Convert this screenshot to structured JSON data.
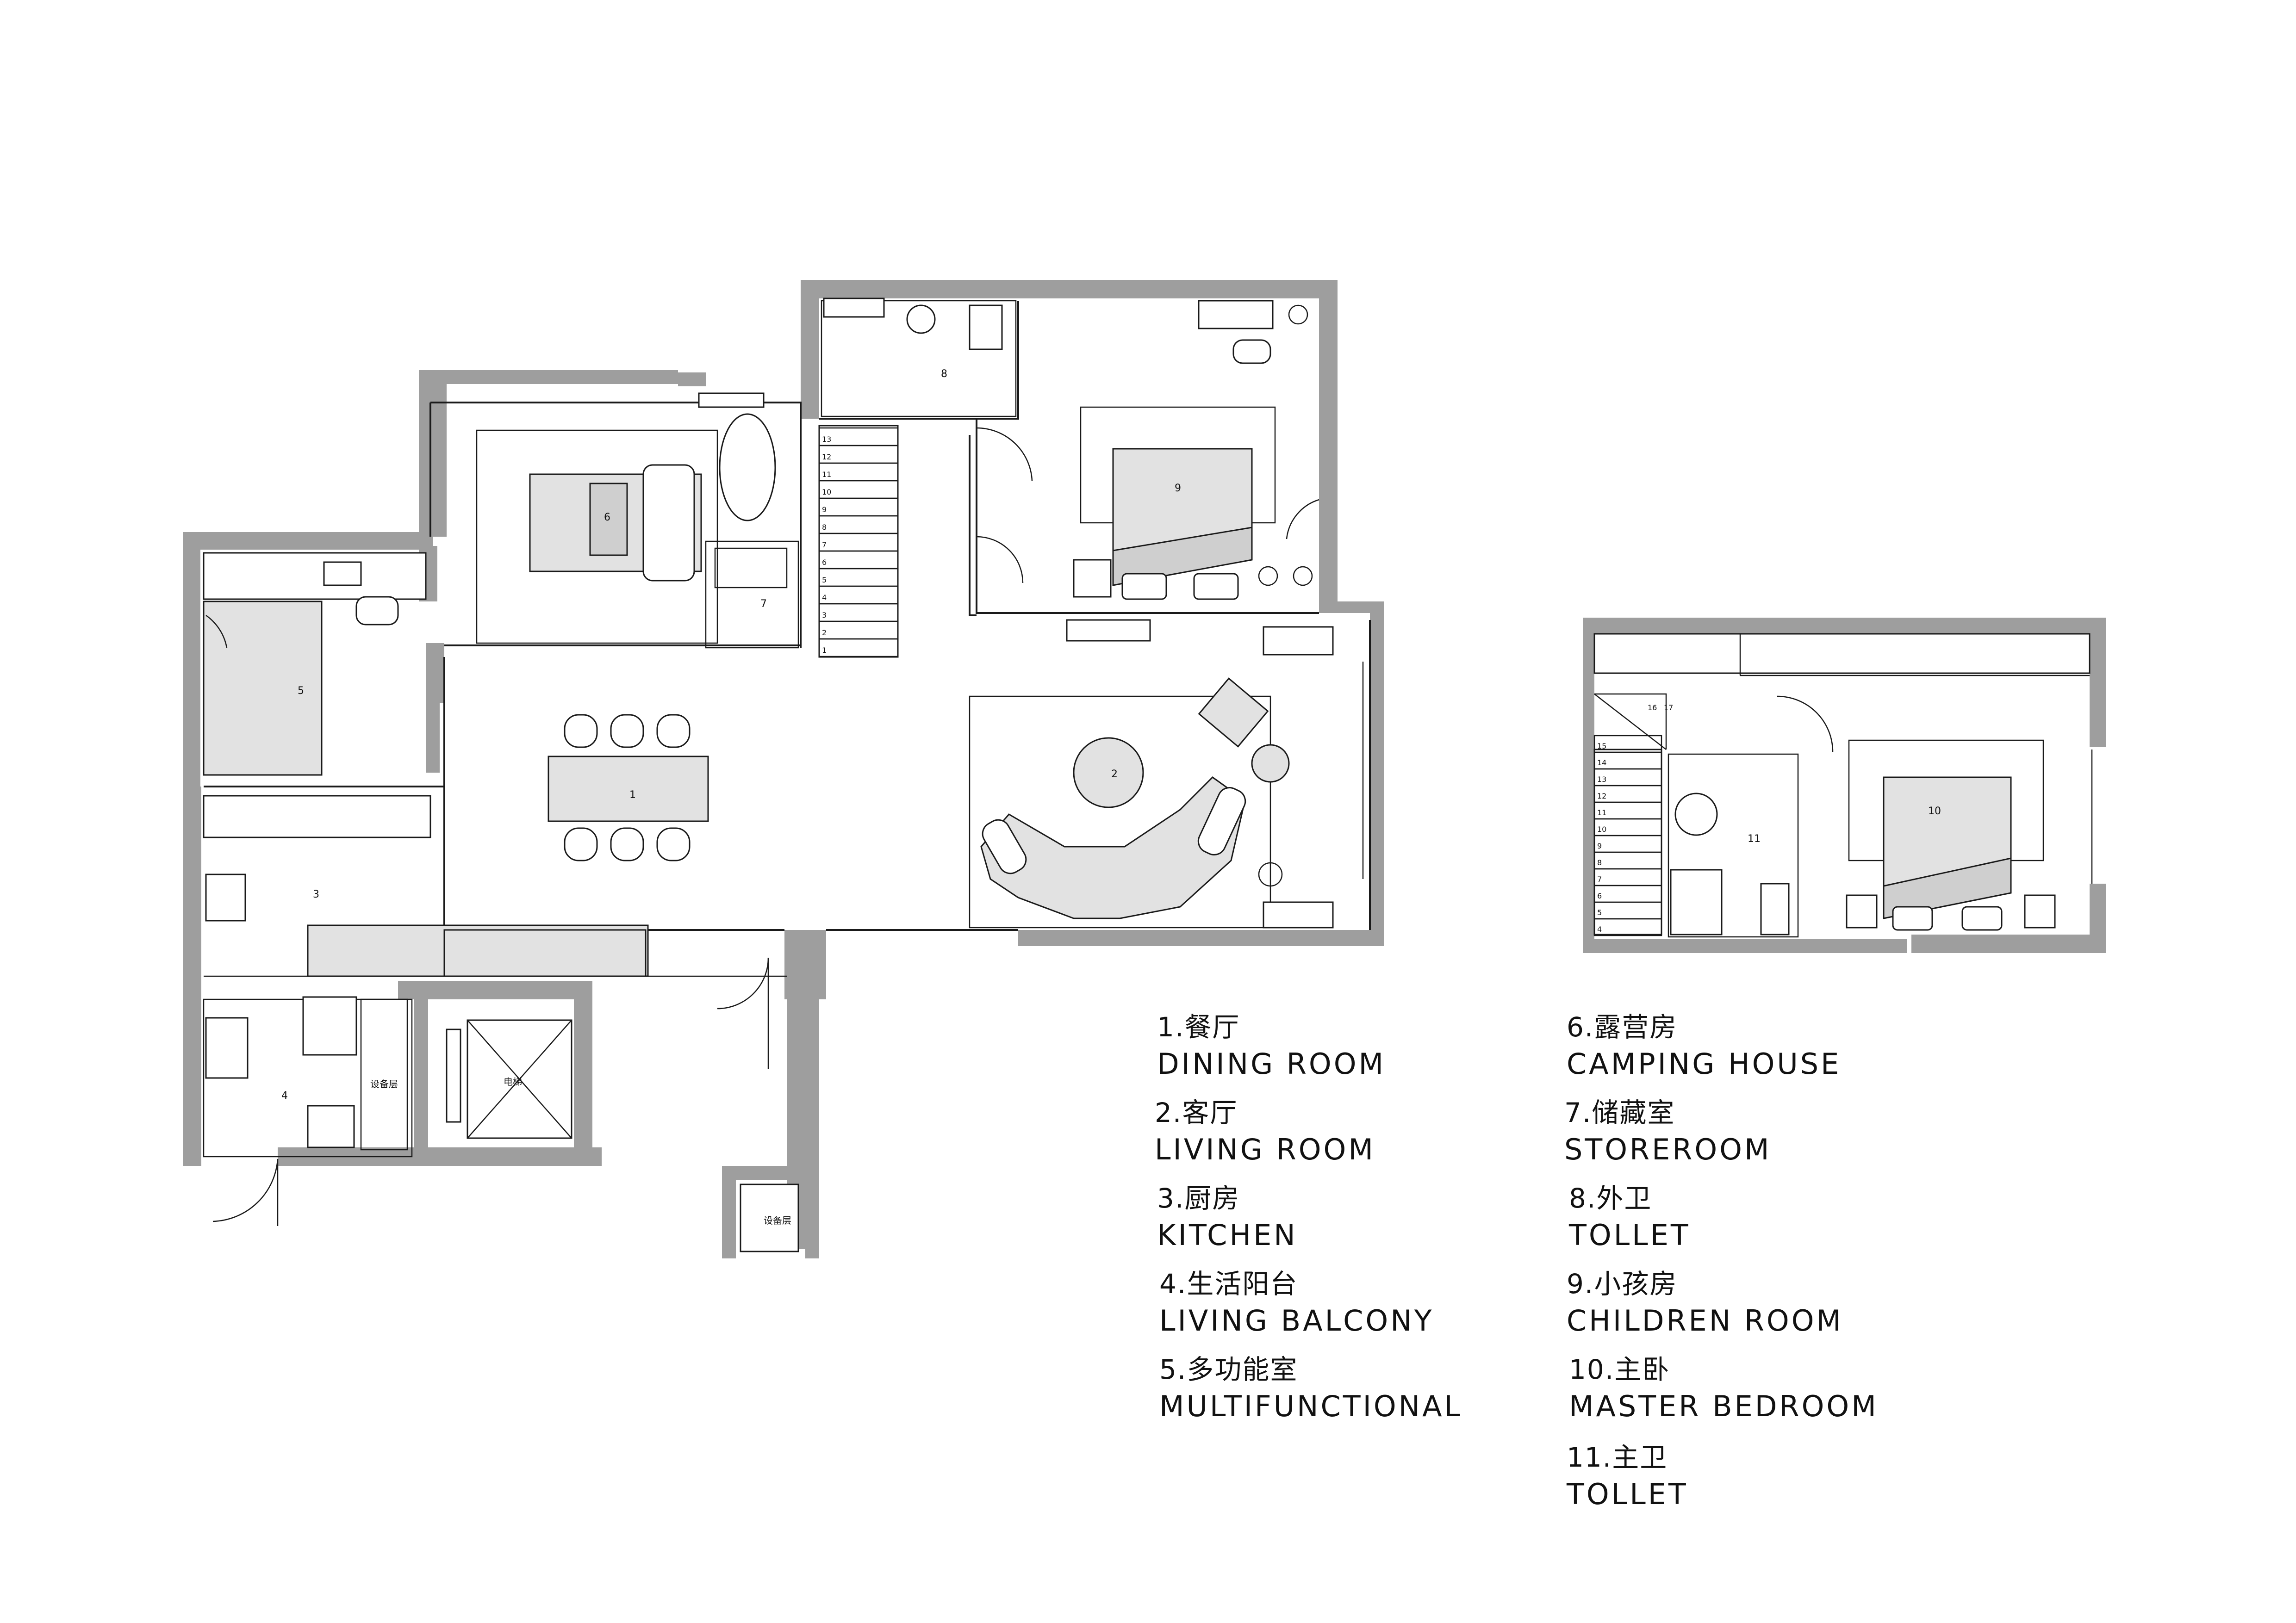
{
  "rooms": {
    "r1": "1",
    "r2": "2",
    "r3": "3",
    "r4": "4",
    "r5": "5",
    "r6": "6",
    "r7": "7",
    "r8": "8",
    "r9": "9",
    "r10": "10",
    "r11": "11"
  },
  "tags": {
    "equipment_1": "设备层",
    "equipment_2": "设备层",
    "elevator": "电梯"
  },
  "stairs_lower": [
    "13",
    "12",
    "11",
    "10",
    "9",
    "8",
    "7",
    "6",
    "5",
    "4",
    "3",
    "2",
    "1"
  ],
  "stairs_upper": [
    "15",
    "14",
    "13",
    "12",
    "11",
    "10",
    "9",
    "8",
    "7",
    "6",
    "5",
    "4"
  ],
  "stairs_upper_top": [
    "16",
    "17"
  ],
  "legend": [
    {
      "cn": "1.餐厅",
      "en": "DINING ROOM"
    },
    {
      "cn": "2.客厅",
      "en": "LIVING ROOM"
    },
    {
      "cn": "3.厨房",
      "en": "KITCHEN"
    },
    {
      "cn": "4.生活阳台",
      "en": "LIVING BALCONY"
    },
    {
      "cn": "5.多功能室",
      "en": "MULTIFUNCTIONAL"
    },
    {
      "cn": "6.露营房",
      "en": "CAMPING HOUSE"
    },
    {
      "cn": "7.储藏室",
      "en": "STOREROOM"
    },
    {
      "cn": "8.外卫",
      "en": "TOLLET"
    },
    {
      "cn": "9.小孩房",
      "en": "CHILDREN ROOM"
    },
    {
      "cn": "10.主卧",
      "en": "MASTER BEDROOM"
    },
    {
      "cn": "11.主卫",
      "en": "TOLLET"
    }
  ]
}
